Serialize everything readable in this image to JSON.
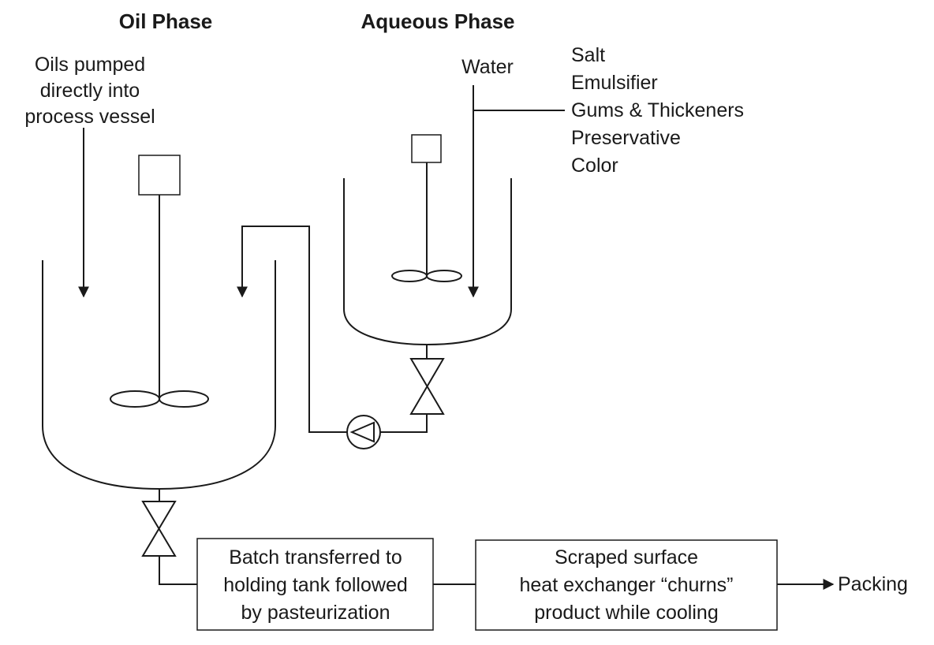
{
  "headers": {
    "oil_phase": "Oil Phase",
    "aqueous_phase": "Aqueous Phase"
  },
  "oil_inlet_lines": [
    "Oils pumped",
    "directly into",
    "process vessel"
  ],
  "water_label": "Water",
  "ingredients": [
    "Salt",
    "Emulsifier",
    "Gums & Thickeners",
    "Preservative",
    "Color"
  ],
  "holding_box_lines": [
    "Batch transferred to",
    "holding tank followed",
    "by pasteurization"
  ],
  "exchanger_box_lines": [
    "Scraped surface",
    "heat exchanger “churns”",
    "product while cooling"
  ],
  "packing_label": "Packing",
  "colors": {
    "line": "#1a1a1a",
    "background": "#ffffff"
  }
}
